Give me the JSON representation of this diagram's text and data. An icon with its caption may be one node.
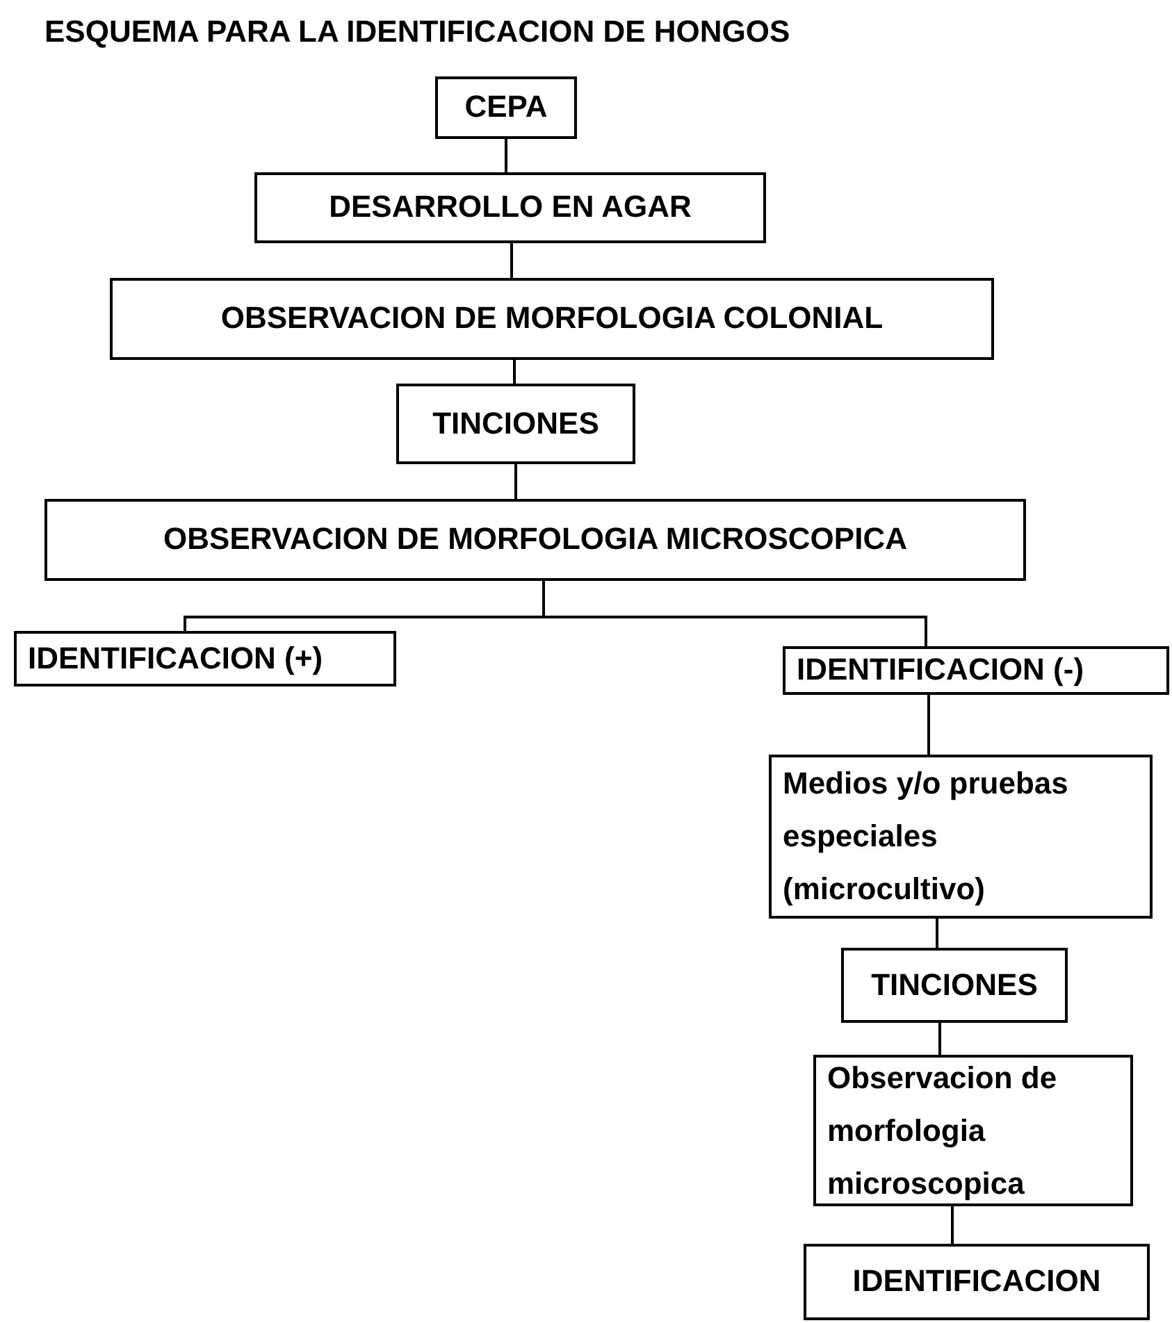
{
  "diagram": {
    "title": "ESQUEMA PARA LA IDENTIFICACION DE HONGOS",
    "nodes": [
      {
        "text": [
          "CEPA"
        ]
      },
      {
        "text": [
          "DESARROLLO EN AGAR"
        ]
      },
      {
        "text": [
          "OBSERVACION DE MORFOLOGIA COLONIAL"
        ]
      },
      {
        "text": [
          "TINCIONES"
        ]
      },
      {
        "text": [
          "OBSERVACION DE MORFOLOGIA MICROSCOPICA"
        ]
      },
      {
        "text": [
          "IDENTIFICACION (+)"
        ]
      },
      {
        "text": [
          "IDENTIFICACION (-)"
        ]
      },
      {
        "text": [
          "Medios y/o pruebas especiales (microcultivo)"
        ]
      },
      {
        "text": [
          "TINCIONES"
        ]
      },
      {
        "text": [
          "Observacion de morfologia microscopica"
        ]
      },
      {
        "text": [
          "IDENTIFICACION"
        ]
      }
    ],
    "edges": [
      {
        "from": 0,
        "to": 1,
        "arrow": "none"
      },
      {
        "from": 1,
        "to": 2,
        "arrow": "none"
      },
      {
        "from": 2,
        "to": 3,
        "arrow": "none"
      },
      {
        "from": 3,
        "to": 4,
        "arrow": "none"
      },
      {
        "from": 4,
        "to": 5,
        "arrow": "none"
      },
      {
        "from": 4,
        "to": 6,
        "arrow": "none"
      },
      {
        "from": 6,
        "to": 7,
        "arrow": "none"
      },
      {
        "from": 7,
        "to": 8,
        "arrow": "none"
      },
      {
        "from": 8,
        "to": 9,
        "arrow": "none"
      },
      {
        "from": 9,
        "to": 10,
        "arrow": "none"
      }
    ]
  }
}
